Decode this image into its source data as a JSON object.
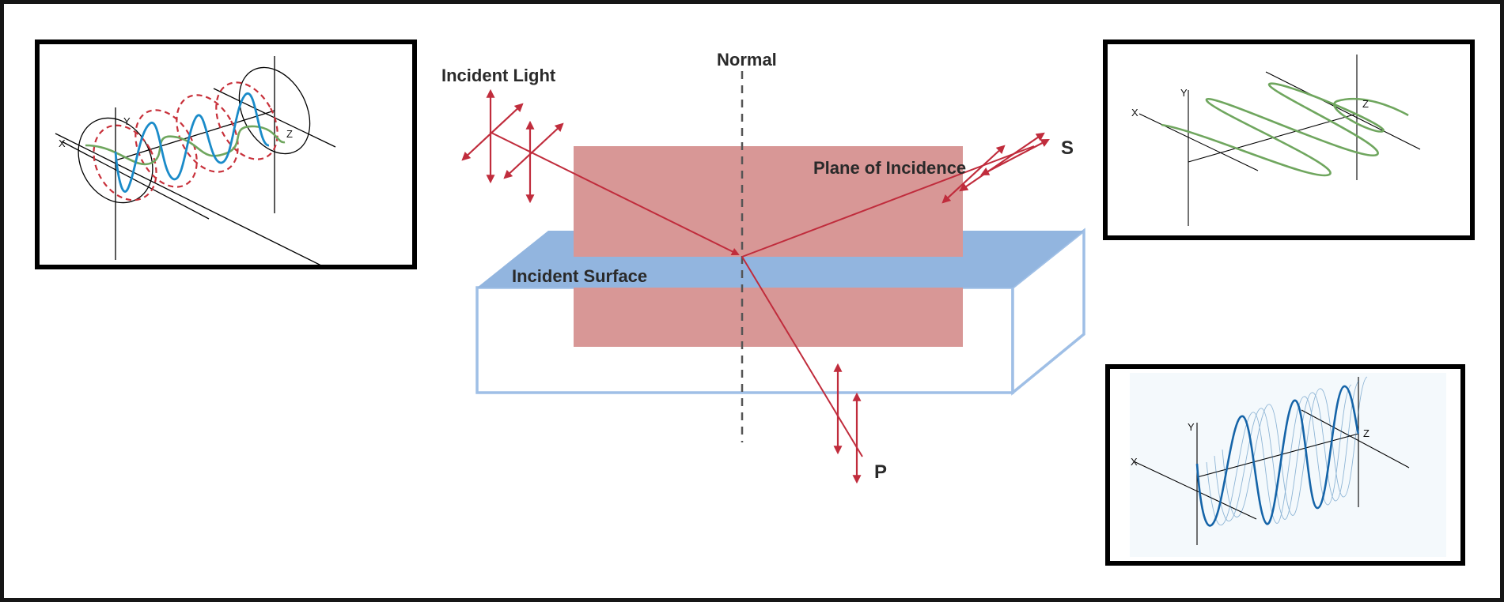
{
  "main": {
    "incident_light_label": "Incident Light",
    "normal_label": "Normal",
    "plane_label": "Plane of Incidence",
    "surface_label": "Incident Surface",
    "s_label": "S",
    "p_label": "P"
  },
  "axes": {
    "x": "X",
    "y": "Y",
    "z": "Z"
  },
  "colors": {
    "arrow_red": "#c02c3c",
    "plane_pink": "#d89796",
    "surface_blue": "#92b5df",
    "box_edge": "#9fbfe6",
    "wave_blue": "#1a8bc9",
    "wave_green": "#6fa65e",
    "circ_dash": "#c8303a",
    "wave_dark_blue": "#1564a8"
  }
}
